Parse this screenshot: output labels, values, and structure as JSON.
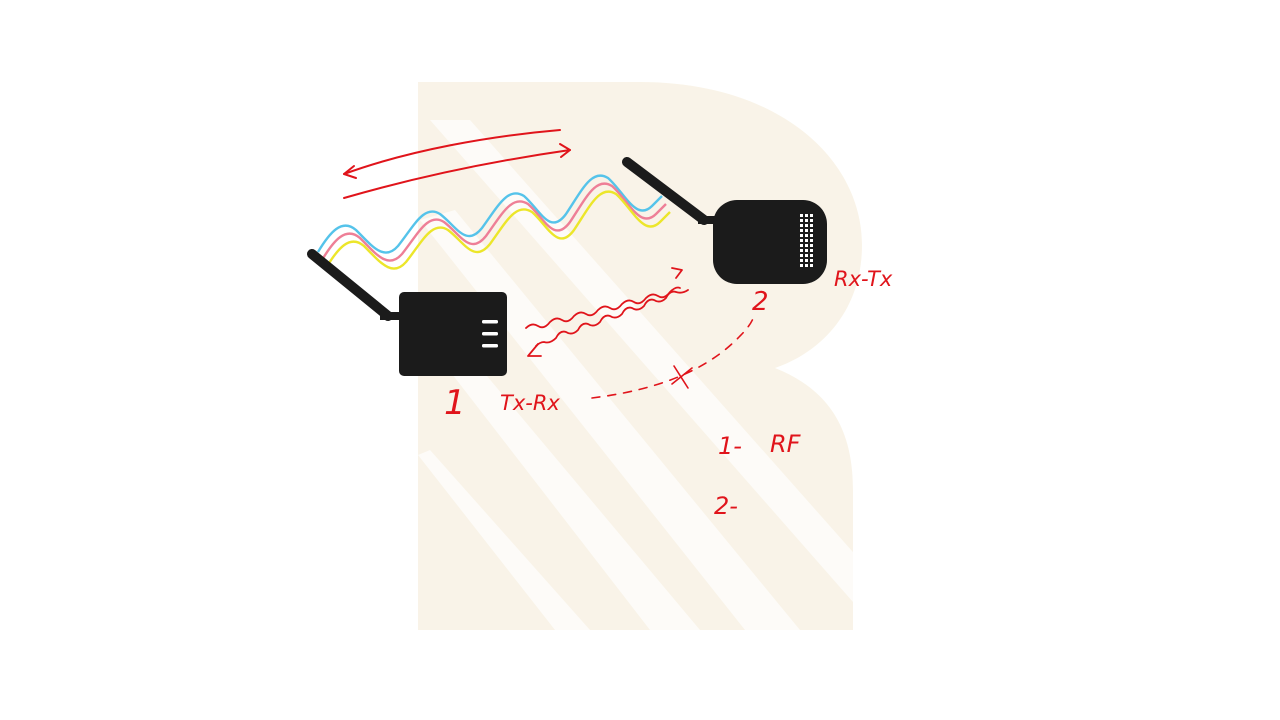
{
  "colors": {
    "background": "#ffffff",
    "watermark": "#f7f1e2",
    "ink": "#e0141b",
    "device": "#1b1b1b",
    "wave_cyan": "#55c3ea",
    "wave_pink": "#ee7f97",
    "wave_yellow": "#ece62a"
  },
  "devices": [
    {
      "id": "device-1",
      "number": "1",
      "label": "Tx-Rx"
    },
    {
      "id": "device-2",
      "number": "2",
      "label": "Rx-Tx"
    }
  ],
  "list": [
    {
      "marker": "1-",
      "text": "RF"
    },
    {
      "marker": "2-",
      "text": ""
    }
  ],
  "icons": {
    "watermark": "logo-watermark",
    "device": "radio-transceiver-icon",
    "blocked_path": "cross-mark-icon"
  }
}
